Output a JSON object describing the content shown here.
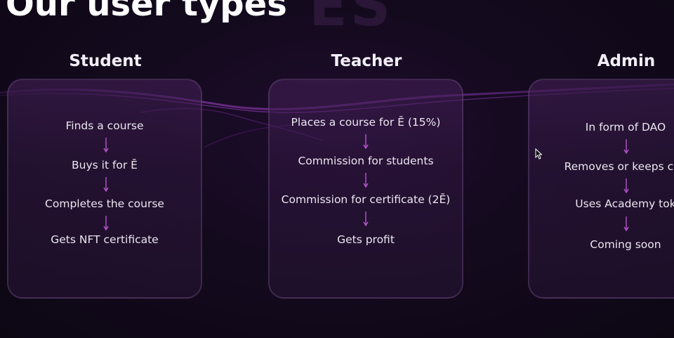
{
  "slide": {
    "title": "Our user types",
    "watermark": "ES"
  },
  "columns": [
    {
      "heading": "Student",
      "steps": [
        "Finds a course",
        "Buys it for Ē",
        "Completes the course",
        "Gets NFT certificate"
      ]
    },
    {
      "heading": "Teacher",
      "steps": [
        "Places a course for Ē (15%)",
        "Commission for students",
        "Commission for certificate (2Ē)",
        "Gets profit"
      ]
    },
    {
      "heading": "Admin",
      "steps": [
        "In form of DAO",
        "Removes or keeps cou",
        "Uses Academy tok",
        "Coming soon"
      ]
    }
  ],
  "colors": {
    "accent": "#b04cd0",
    "arrow": "#c05ad8",
    "text": "#ebe6f0"
  }
}
